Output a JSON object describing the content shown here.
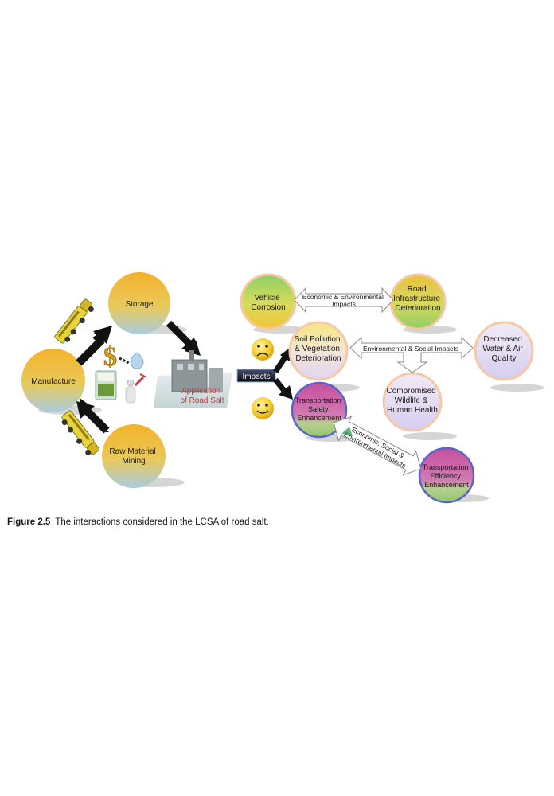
{
  "nodes": {
    "storage": "Storage",
    "manufacture": "Manufacture",
    "raw_material_mining": [
      "Raw Material",
      "Mining"
    ],
    "application": [
      "Application",
      "of Road Salt"
    ],
    "vehicle_corrosion": [
      "Vehicle",
      "Corrosion"
    ],
    "road_infrastructure": [
      "Road",
      "Infrastructure",
      "Deterioration"
    ],
    "soil_pollution": [
      "Soil Pollution",
      "& Vegetation",
      "Deterioration"
    ],
    "decreased_water_air": [
      "Decreased",
      "Water & Air",
      "Quality"
    ],
    "compromised_wildlife": [
      "Compromised",
      "Wildlife &",
      "Human Health"
    ],
    "transportation_safety": [
      "Transportation",
      "Safety",
      "Enhancement"
    ],
    "transportation_efficiency": [
      "Transportation",
      "Efficiency",
      "Enhancement"
    ]
  },
  "arrows": {
    "economic_environmental": [
      "Economic & Environmental",
      "Impacts"
    ],
    "environmental_social": "Environmental & Social Impacts",
    "economic_social_environmental": [
      "Economic, Social &",
      "Environmental Impacts"
    ]
  },
  "impacts_label": "Impacts",
  "icons": [
    "sad-face-icon",
    "happy-face-icon",
    "dollar-icon",
    "truck-icon",
    "water-drop-icon",
    "calculator-icon",
    "person-icon",
    "factory-icon"
  ],
  "colors": {
    "yellow_orange": "#f2b830",
    "purple": "#c8559e",
    "blue_ring": "#5a63c9",
    "salt_text": "#c8373a"
  },
  "caption": {
    "label": "Figure 2.5",
    "text": "The interactions considered in the LCSA of road salt."
  }
}
